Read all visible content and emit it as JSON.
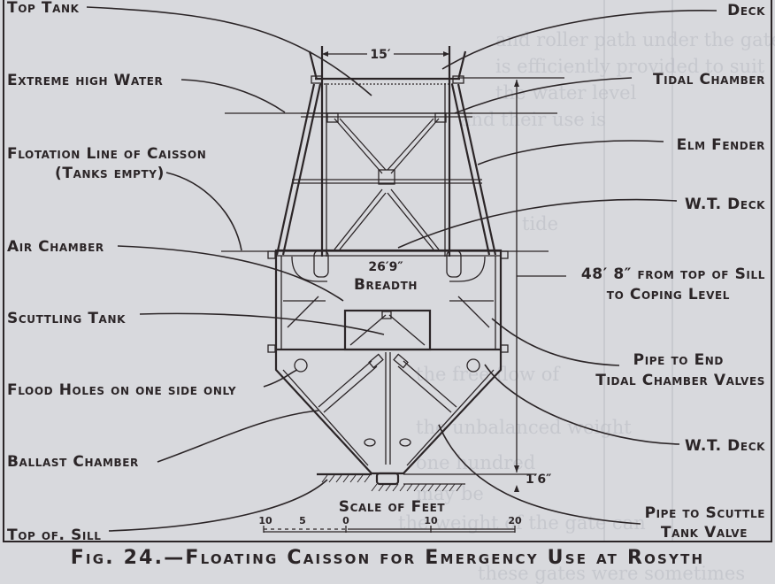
{
  "figure": {
    "caption": "Fig. 24.—Floating Caisson for Emergency Use at Rosyth",
    "labels_left": [
      {
        "id": "top-tank",
        "text": "Top Tank"
      },
      {
        "id": "extreme-high-water",
        "text": "Extreme high Water"
      },
      {
        "id": "flotation-line",
        "text": "Flotation Line of Caisson"
      },
      {
        "id": "flotation-line-note",
        "text": "(Tanks empty)"
      },
      {
        "id": "air-chamber",
        "text": "Air Chamber"
      },
      {
        "id": "scuttling-tank",
        "text": "Scuttling Tank"
      },
      {
        "id": "flood-holes",
        "text": "Flood Holes on one side only"
      },
      {
        "id": "ballast-chamber",
        "text": "Ballast Chamber"
      },
      {
        "id": "top-of-sill",
        "text": "Top of. Sill"
      }
    ],
    "labels_right": [
      {
        "id": "deck",
        "text": "Deck"
      },
      {
        "id": "tidal-chamber",
        "text": "Tidal Chamber"
      },
      {
        "id": "elm-fender",
        "text": "Elm Fender"
      },
      {
        "id": "wt-deck-upper",
        "text": "W.T. Deck"
      },
      {
        "id": "height-line1",
        "text": "48′ 8″ from top of Sill"
      },
      {
        "id": "height-line2",
        "text": "to Coping Level"
      },
      {
        "id": "pipe-end-1",
        "text": "Pipe to End"
      },
      {
        "id": "pipe-end-2",
        "text": "Tidal Chamber Valves"
      },
      {
        "id": "wt-deck-lower",
        "text": "W.T. Deck"
      },
      {
        "id": "pipe-scuttle-1",
        "text": "Pipe to Scuttle"
      },
      {
        "id": "pipe-scuttle-2",
        "text": "Tank Valve"
      }
    ],
    "dimensions": {
      "top_width": "15′",
      "breadth_value": "26′9″",
      "breadth_label": "Breadth",
      "sill_offset": "1′6″"
    },
    "scale": {
      "title": "Scale of Feet",
      "ticks": [
        "10",
        "5",
        "0",
        "10",
        "20"
      ]
    }
  }
}
